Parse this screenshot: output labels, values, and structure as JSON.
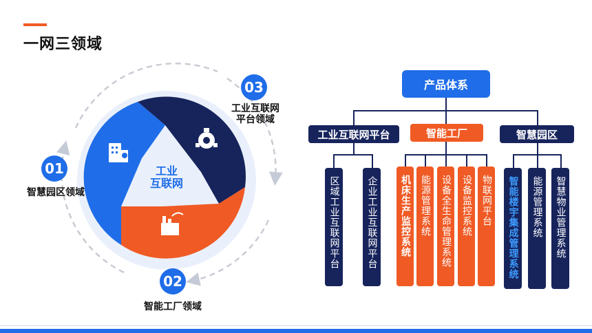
{
  "title": "一网三领域",
  "center": {
    "line1": "工业",
    "line2": "互联网"
  },
  "domains": [
    {
      "number": "01",
      "label": "智慧园区领域"
    },
    {
      "number": "02",
      "label": "智能工厂领域"
    },
    {
      "number": "03",
      "label_line1": "工业互联网",
      "label_line2": "平台领域"
    }
  ],
  "tree": {
    "root": "产品体系",
    "branches": [
      {
        "label": "工业互联网平台",
        "children": [
          "区域工业互联网平台",
          "企业工业互联网平台"
        ]
      },
      {
        "label": "智能工厂",
        "children": [
          "机床生产监控系统",
          "能源管理系统",
          "设备全生命管理系统",
          "设备监控系统",
          "物联网平台"
        ]
      },
      {
        "label": "智慧园区",
        "children": [
          "智能楼宇集成管理系统",
          "能源管理系统",
          "智慧物业管理系统"
        ]
      }
    ]
  },
  "colors": {
    "blue": "#1f6de8",
    "navy": "#17245c",
    "orange": "#f05a24",
    "highlight": "#3d9bff"
  },
  "icons": [
    "building-icon",
    "factory-icon",
    "network-node-icon"
  ]
}
